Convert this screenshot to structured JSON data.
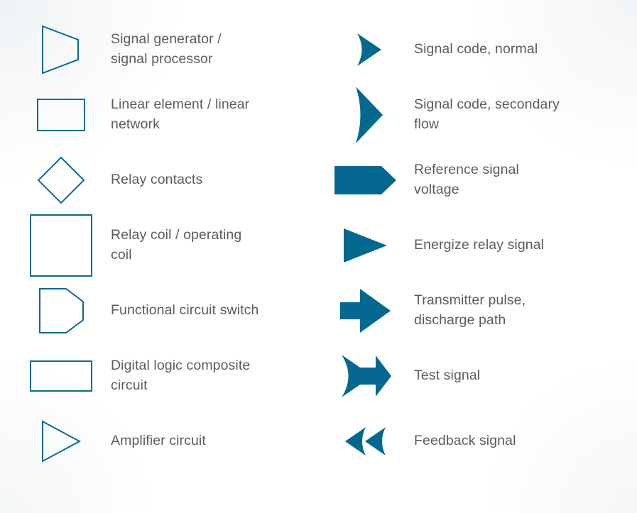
{
  "theme": {
    "background": "#ffffff",
    "shape_stroke": "#0a6a93",
    "shape_fill": "#046890",
    "label_color": "#5c5c5c"
  },
  "legend": {
    "left_column": [
      {
        "icon": "trapezoid-right-outline-icon",
        "label": "Signal generator /\nsignal processor"
      },
      {
        "icon": "rectangle-outline-icon",
        "label": "Linear element / linear\nnetwork"
      },
      {
        "icon": "diamond-outline-icon",
        "label": "Relay contacts"
      },
      {
        "icon": "square-outline-icon",
        "label": "Relay coil / operating\ncoil"
      },
      {
        "icon": "hexagon-switch-outline-icon",
        "label": "Functional circuit switch"
      },
      {
        "icon": "wide-rectangle-outline-icon",
        "label": "Digital logic composite\ncircuit"
      },
      {
        "icon": "triangle-right-outline-icon",
        "label": "Amplifier circuit"
      }
    ],
    "right_column": [
      {
        "icon": "chevron-arrowhead-filled-icon",
        "label": "Signal code, normal"
      },
      {
        "icon": "chevron-tall-sharp-filled-icon",
        "label": "Signal code, secondary\nflow"
      },
      {
        "icon": "block-arrow-filled-icon",
        "label": "Reference signal\nvoltage"
      },
      {
        "icon": "triangle-right-filled-icon",
        "label": "Energize relay signal"
      },
      {
        "icon": "block-arrow-tailed-filled-icon",
        "label": "Transmitter pulse,\ndischarge path"
      },
      {
        "icon": "arrow-concave-tail-filled-icon",
        "label": "Test signal"
      },
      {
        "icon": "double-chevron-left-filled-icon",
        "label": "Feedback signal"
      }
    ]
  }
}
